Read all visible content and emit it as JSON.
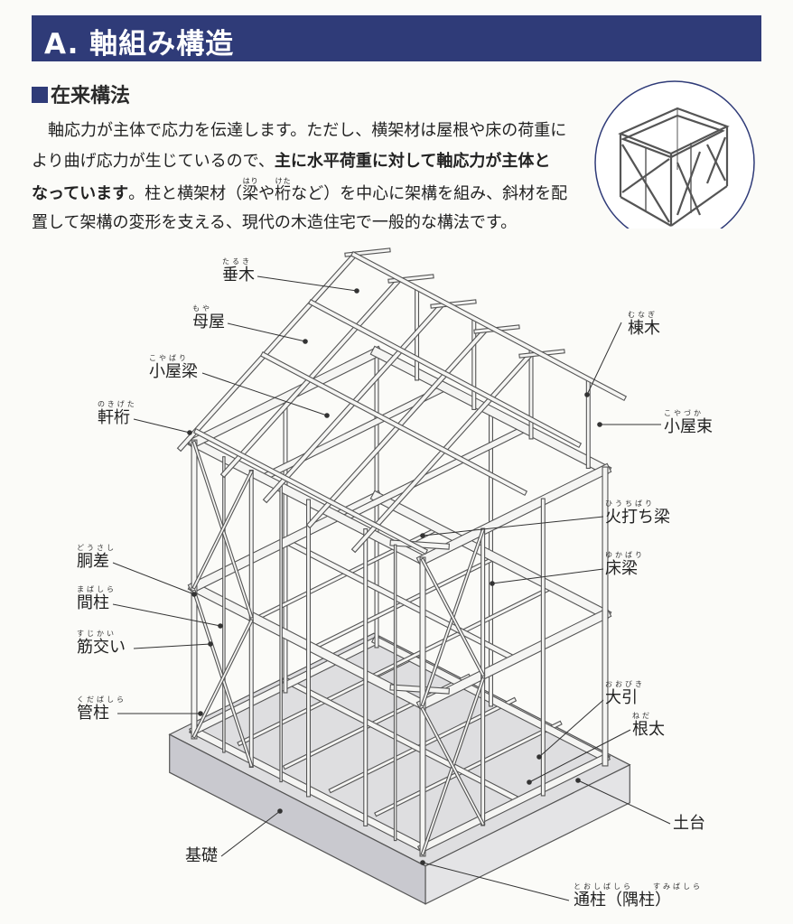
{
  "header": {
    "title": "A. 軸組み構造"
  },
  "section": {
    "title": "在来構法"
  },
  "paragraph": {
    "line1": "　軸応力が主体で応力を伝達します。ただし、横架材は屋根や床の荷重に",
    "line2_a": "より曲げ応力が生じているので、",
    "line2_bold": "主に水平荷重に対して軸応力が主体と",
    "line3_bold": "なっています",
    "line3_a": "。柱と横架材（",
    "ruby1": {
      "base": "梁",
      "reading": "はり"
    },
    "line3_b": "や",
    "ruby2": {
      "base": "桁",
      "reading": "けた"
    },
    "line3_c": "など）を中心に架構を組み、斜材を配",
    "line4": "置して架構の変形を支える、現代の木造住宅で一般的な構法です。"
  },
  "labels": [
    {
      "text": "垂木",
      "ruby": "たるき"
    },
    {
      "text": "母屋",
      "ruby": "もや"
    },
    {
      "text": "小屋梁",
      "ruby": "こやばり"
    },
    {
      "text": "軒桁",
      "ruby": "のきげた"
    },
    {
      "text": "棟木",
      "ruby": "むなぎ"
    },
    {
      "text": "小屋束",
      "ruby": "こやづか"
    },
    {
      "text": "火打ち梁",
      "ruby": "ひうちばり"
    },
    {
      "text": "床梁",
      "ruby": "ゆかばり"
    },
    {
      "text": "胴差",
      "ruby": "どうさし"
    },
    {
      "text": "間柱",
      "ruby": "まばしら"
    },
    {
      "text": "筋交い",
      "ruby": "すじかい"
    },
    {
      "text": "管柱",
      "ruby": "くだばしら"
    },
    {
      "text": "大引",
      "ruby": "おおびき"
    },
    {
      "text": "根太",
      "ruby": "ねだ"
    },
    {
      "text": "土台",
      "ruby": ""
    },
    {
      "text": "基礎",
      "ruby": ""
    },
    {
      "text": "通柱（隅柱）",
      "ruby": "とおしばしら　　すみばしら"
    }
  ],
  "colors": {
    "header_bg": "#2f3b78",
    "foundation": "#c9c9cf",
    "member": "#555555"
  }
}
